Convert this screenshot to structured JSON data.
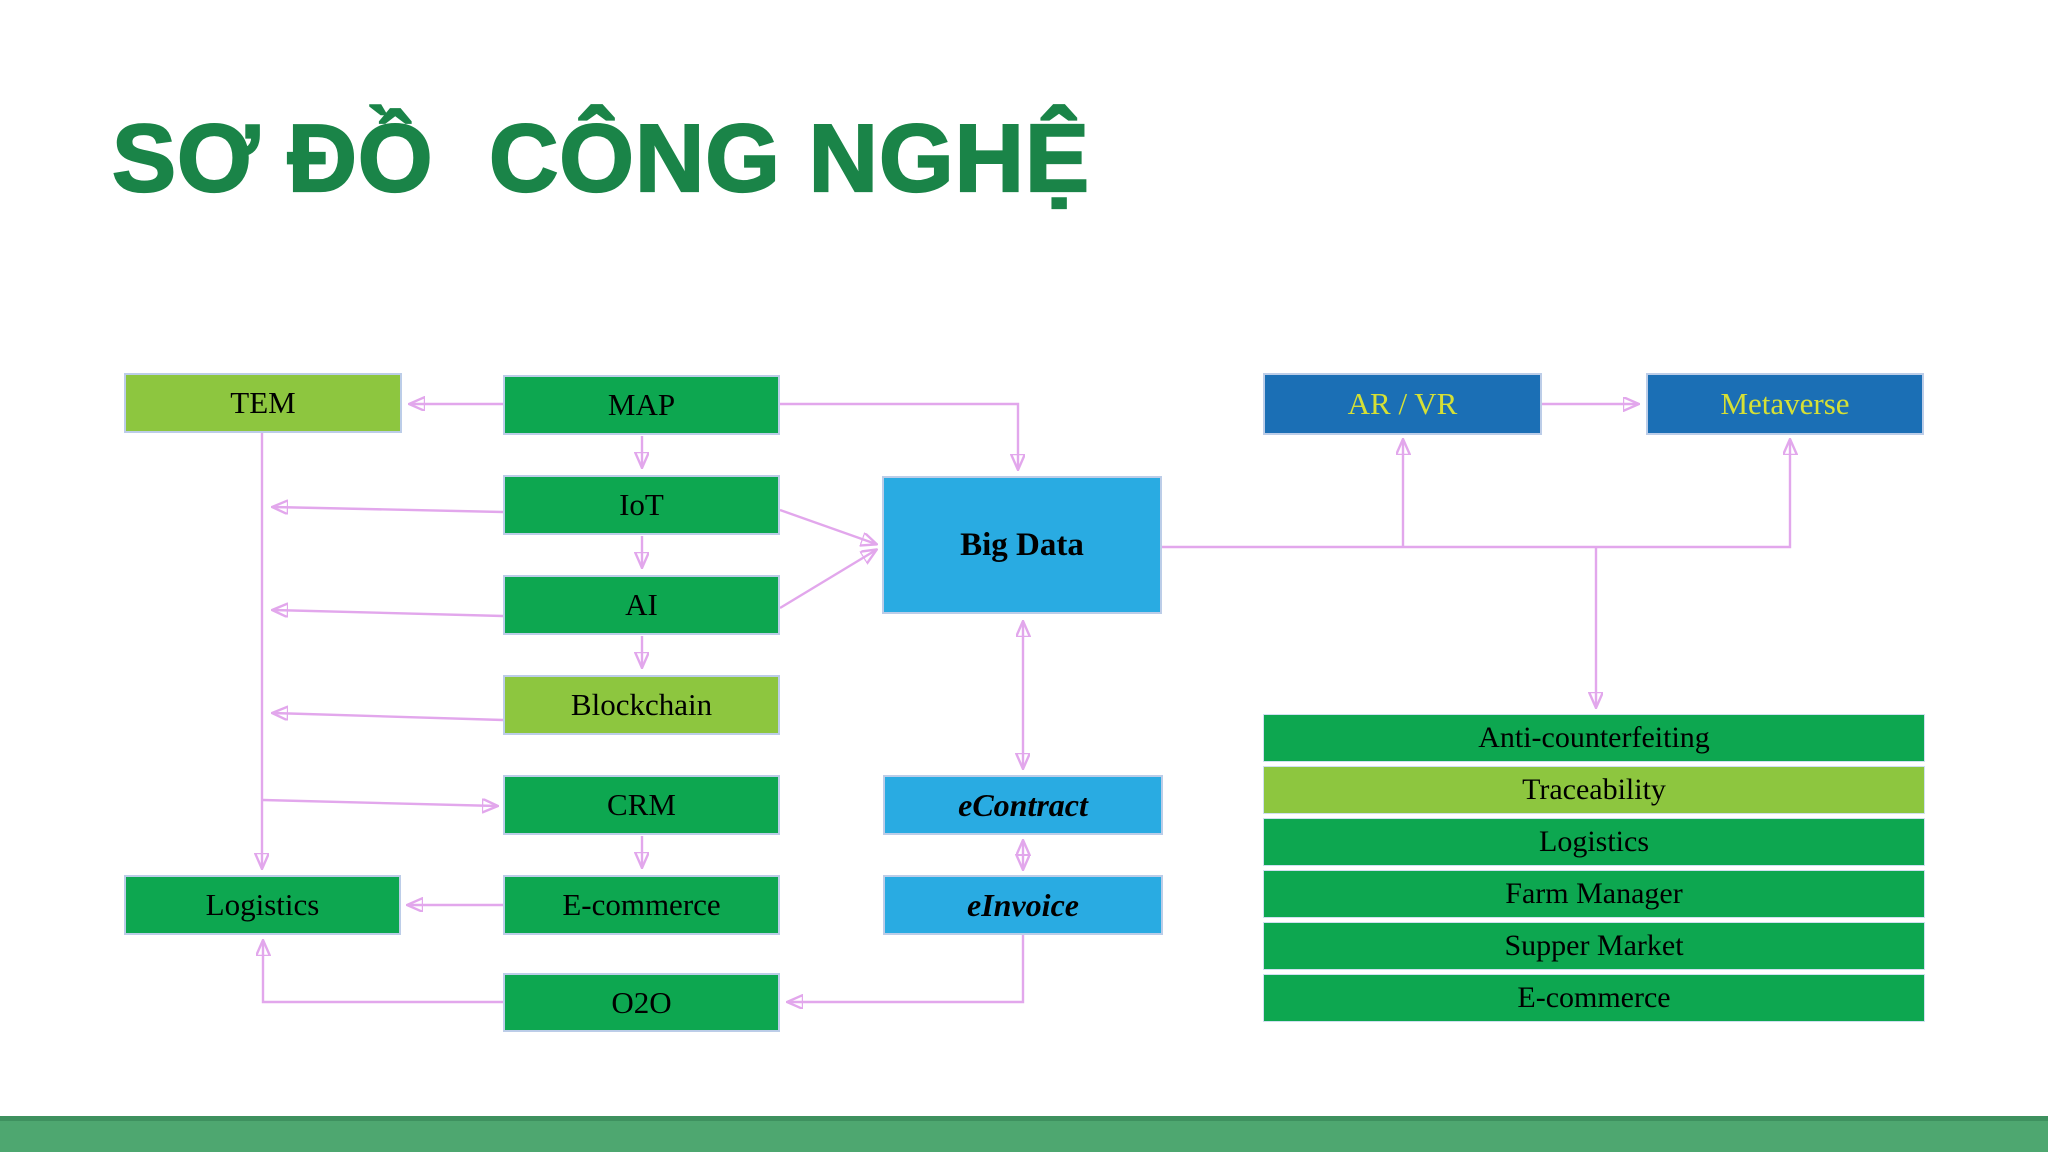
{
  "slide": {
    "title": "SƠ ĐỒ  CÔNG NGHỆ"
  },
  "colors": {
    "title_green": "#1A8448",
    "node_green": "#0DA750",
    "node_light_green": "#8DC63F",
    "node_cyan": "#29ABE2",
    "node_blue": "#1B6FB5",
    "blue_node_text_yellow": "#D6E035",
    "arrow_line_pink": "#E2A7EC",
    "arrow_head_purple": "#C878E6",
    "footer_green": "#4EA770"
  },
  "nodes": {
    "tem": "TEM",
    "map": "MAP",
    "iot": "IoT",
    "ai": "AI",
    "blockchain": "Blockchain",
    "crm": "CRM",
    "ecommerce": "E-commerce",
    "o2o": "O2O",
    "logistics": "Logistics",
    "bigdata": "Big Data",
    "econtract": "eContract",
    "einvoice": "eInvoice",
    "arvr": "AR / VR",
    "metaverse": "Metaverse"
  },
  "stack": {
    "items": [
      "Anti-counterfeiting",
      "Traceability",
      "Logistics",
      "Farm Manager",
      "Supper Market",
      "E-commerce"
    ]
  }
}
